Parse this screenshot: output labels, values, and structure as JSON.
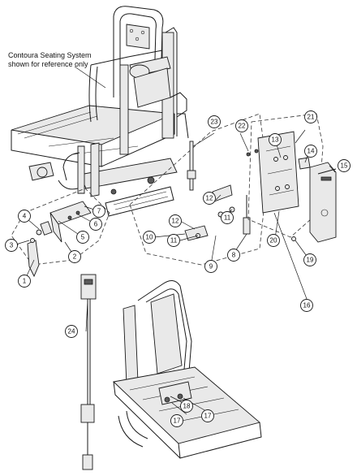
{
  "reference_note": {
    "line1": "Contoura Seating System",
    "line2": "shown for reference only"
  },
  "callouts": [
    {
      "label": "1"
    },
    {
      "label": "2"
    },
    {
      "label": "3"
    },
    {
      "label": "4"
    },
    {
      "label": "5"
    },
    {
      "label": "6"
    },
    {
      "label": "7"
    },
    {
      "label": "8"
    },
    {
      "label": "9"
    },
    {
      "label": "10"
    },
    {
      "label": "11"
    },
    {
      "label": "11"
    },
    {
      "label": "12"
    },
    {
      "label": "12"
    },
    {
      "label": "13"
    },
    {
      "label": "14"
    },
    {
      "label": "15"
    },
    {
      "label": "16"
    },
    {
      "label": "17"
    },
    {
      "label": "17"
    },
    {
      "label": "18"
    },
    {
      "label": "19"
    },
    {
      "label": "20"
    },
    {
      "label": "21"
    },
    {
      "label": "22"
    },
    {
      "label": "23"
    },
    {
      "label": "24"
    }
  ]
}
